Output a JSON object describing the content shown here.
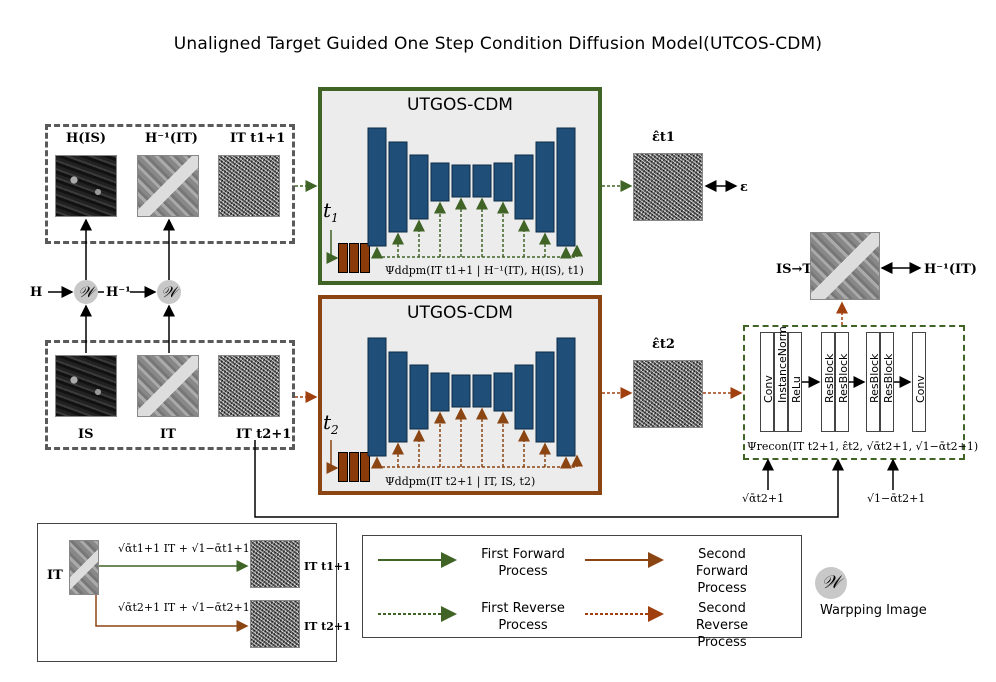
{
  "title": "Unaligned Target Guided One Step Condition Diffusion Model(UTCOS-CDM)",
  "panels": {
    "first": {
      "title": "UTGOS-CDM",
      "t_label": "t",
      "t_sub": "1",
      "formula": "Ψddpm(IT t1+1 | H⁻¹(IT), H(IS), t1)"
    },
    "second": {
      "title": "UTGOS-CDM",
      "t_label": "t",
      "t_sub": "2",
      "formula": "Ψddpm(IT t2+1 | IT, IS, t2)"
    }
  },
  "inputs_top": {
    "h_is": "H(IS)",
    "hinv_it": "H⁻¹(IT)",
    "it_t1": "IT t1+1"
  },
  "inputs_bottom": {
    "is": "IS",
    "it": "IT",
    "it_t2": "IT t2+1"
  },
  "warp": {
    "h": "H",
    "hinv": "H⁻¹",
    "w": "𝒲"
  },
  "outputs": {
    "eps1": "ε̂t1",
    "eps": "ε",
    "eps2": "ε̂t2",
    "ist": "IS→T",
    "hinv_it": "H⁻¹(IT)"
  },
  "recon": {
    "blocks": [
      "Conv",
      "InstanceNorm",
      "ReLu",
      "ResBlock",
      "ResBlock",
      "ResBlock",
      "ResBlock",
      "Conv"
    ],
    "formula": "Ψrecon(IT t2+1, ε̂t2, √ᾱt2+1, √1−ᾱt2+1)",
    "sqrt_a": "√ᾱt2+1",
    "sqrt_1ma": "√1−ᾱt2+1"
  },
  "inset": {
    "it": "IT",
    "eq1": "√ᾱt1+1 IT + √1−ᾱt1+1 ε",
    "eq2": "√ᾱt2+1 IT + √1−ᾱt2+1 ε",
    "out1": "IT t1+1",
    "out2": "IT t2+1"
  },
  "legend": {
    "first_forward": "First Forward Process",
    "second_forward": "Second Forward Process",
    "first_reverse": "First Reverse Process",
    "second_reverse": "Second Reverse Process",
    "warp_label": "Warpping Image",
    "warp_symbol": "𝒲"
  },
  "colors": {
    "green": "#3f6426",
    "brown": "#8b4513",
    "bar": "#1f4e79",
    "orange": "#a0400f"
  }
}
